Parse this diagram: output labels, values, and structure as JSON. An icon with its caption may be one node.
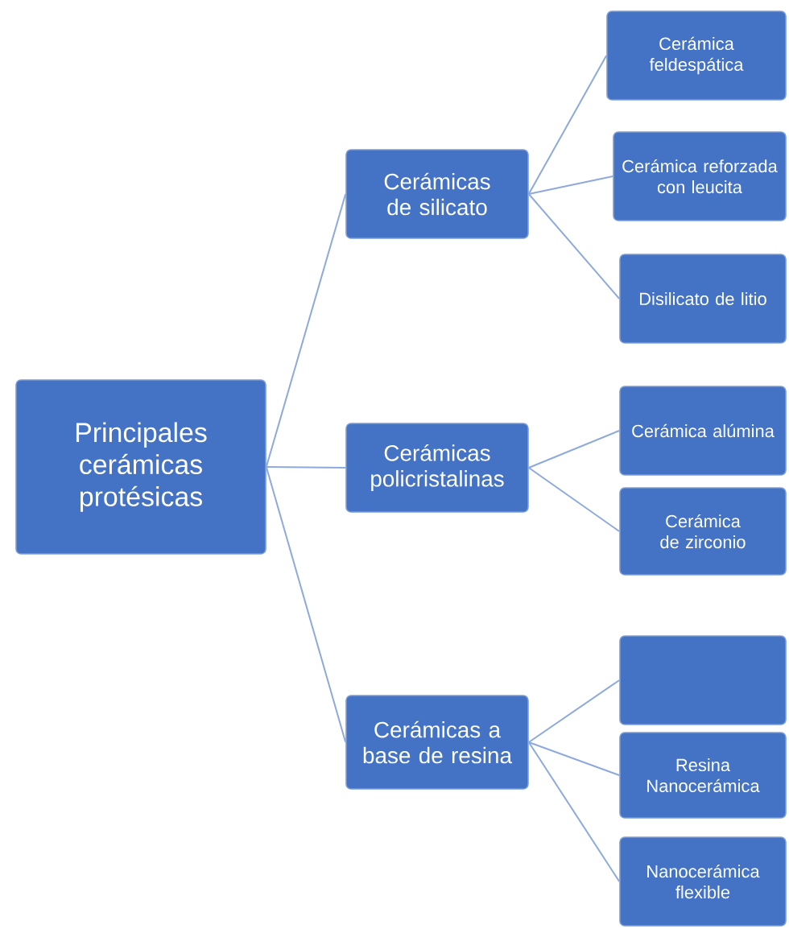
{
  "diagram": {
    "nodes": [
      {
        "text": [
          "Principales cerámicas protésicas"
        ]
      },
      {
        "text": [
          "Cerámicas de silicato"
        ]
      },
      {
        "text": [
          "Cerámicas policristalinas"
        ]
      },
      {
        "text": [
          "Cerámicas a base de resina"
        ]
      },
      {
        "text": [
          "Cerámica feldespática"
        ]
      },
      {
        "text": [
          "Cerámica reforzada con leucita"
        ]
      },
      {
        "text": [
          "Disilicato de litio"
        ]
      },
      {
        "text": [
          "Cerámica alúmina"
        ]
      },
      {
        "text": [
          "Cerámica de zirconio"
        ]
      },
      {
        "text": [],
        "shape": "box"
      },
      {
        "text": [
          "Resina Nanocerámica"
        ]
      },
      {
        "text": [
          "Nanocerámica flexible"
        ]
      }
    ],
    "edges": [
      {
        "from": 0,
        "to": 1,
        "arrow": "none"
      },
      {
        "from": 0,
        "to": 2,
        "arrow": "none"
      },
      {
        "from": 0,
        "to": 3,
        "arrow": "none"
      },
      {
        "from": 1,
        "to": 4,
        "arrow": "none"
      },
      {
        "from": 1,
        "to": 5,
        "arrow": "none"
      },
      {
        "from": 1,
        "to": 6,
        "arrow": "none"
      },
      {
        "from": 2,
        "to": 7,
        "arrow": "none"
      },
      {
        "from": 2,
        "to": 8,
        "arrow": "none"
      },
      {
        "from": 3,
        "to": 9,
        "arrow": "none"
      },
      {
        "from": 3,
        "to": 10,
        "arrow": "none"
      },
      {
        "from": 3,
        "to": 11,
        "arrow": "none"
      }
    ]
  }
}
